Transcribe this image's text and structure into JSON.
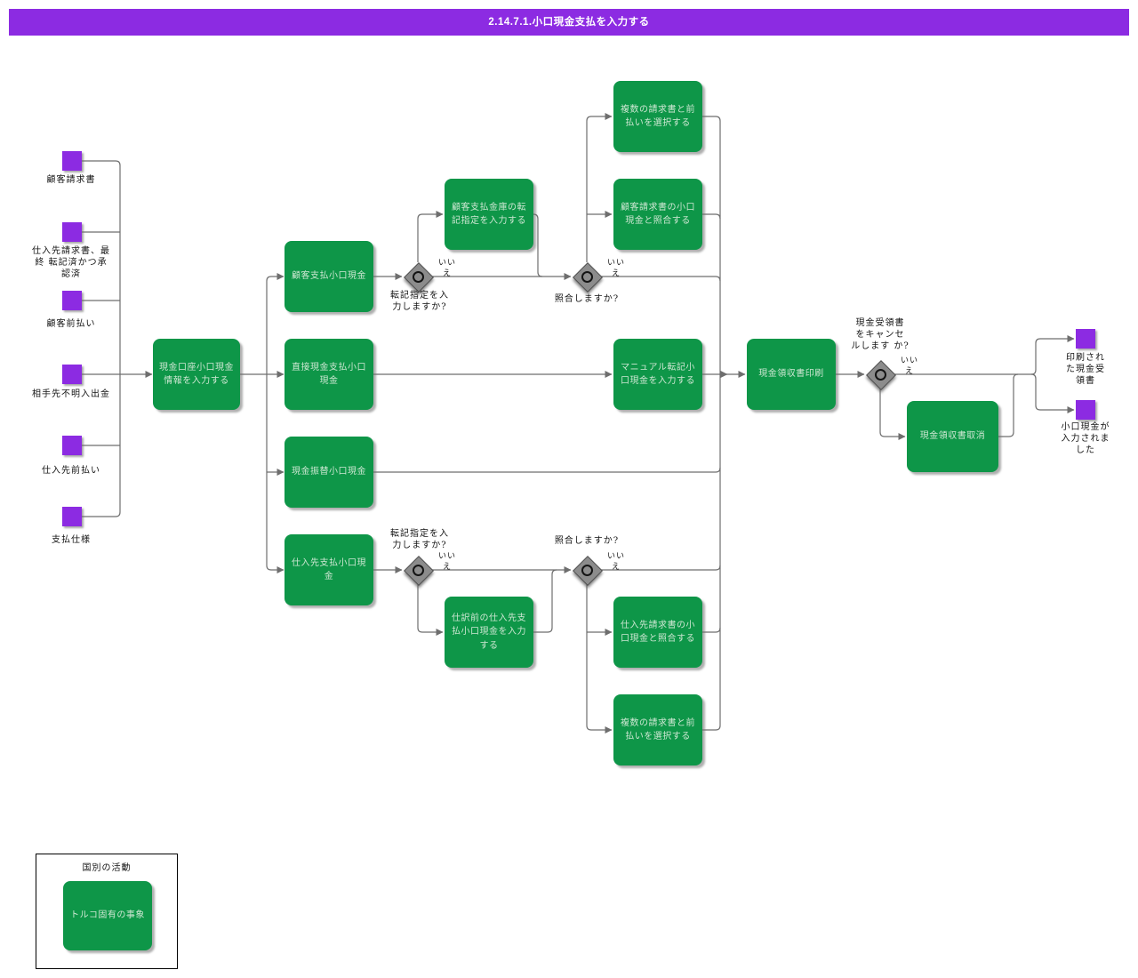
{
  "title": "2.14.7.1.小口現金支払を入力する",
  "colors": {
    "header_bg": "#8C2BE2",
    "event_fill": "#8C2BE2",
    "task_fill": "#0E9648",
    "gateway_fill": "#8C8C8C",
    "line": "#6E6E6E"
  },
  "start_events": [
    {
      "label": "顧客請求書"
    },
    {
      "label": "仕入先請求書、最\n終 転記済かつ承\n認済"
    },
    {
      "label": "顧客前払い"
    },
    {
      "label": "相手先不明入出金"
    },
    {
      "label": "仕入先前払い"
    },
    {
      "label": "支払仕様"
    }
  ],
  "tasks": {
    "enter_cash_journal_info": "現金口座小口現金\n情報を入力する",
    "customer_payment": "顧客支払小口現金",
    "direct_cash_payment": "直接現金支払小口\n現金",
    "cash_transfer": "現金振替小口現金",
    "vendor_payment": "仕入先支払小口現\n金",
    "customer_posting_spec": "顧客支払金庫の転\n記指定を入力する",
    "select_invoices_top": "複数の請求書と前\n払いを選択する",
    "match_customer_invoice": "顧客請求書の小口\n現金と照合する",
    "manual_posting": "マニュアル転記小\n口現金を入力する",
    "print_receipt": "現金領収書印刷",
    "cancel_receipt": "現金領収書取消",
    "vendor_before_entry": "仕訳前の仕入先支\n払小口現金を入力\nする",
    "match_vendor_invoice": "仕入先請求書の小\n口現金と照合する",
    "select_invoices_bottom": "複数の請求書と前\n払いを選択する"
  },
  "gateways": {
    "posting_spec_top": "転記指定を入\n力しますか?",
    "match_top": "照合しますか?",
    "posting_spec_bottom": "転記指定を入\n力しますか?",
    "match_bottom": "照合しますか?",
    "cancel_receipt_q": "現金受領書\nをキャンセ\nルします か?",
    "no_label": "いい\nえ"
  },
  "end_events": [
    {
      "label": "印刷され\nた現金受\n領書"
    },
    {
      "label": "小口現金が\n入力されま\nした"
    }
  ],
  "legend": {
    "title": "国別の活動",
    "item": "トルコ固有の事象"
  }
}
